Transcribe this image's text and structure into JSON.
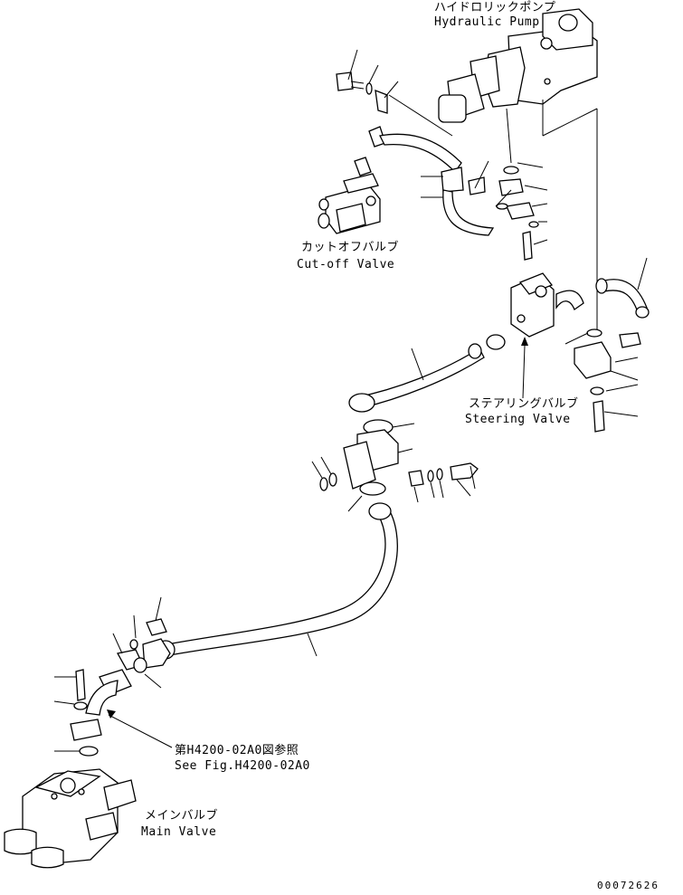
{
  "labels": {
    "hydraulic_pump_jp": "ハイドロリックポンプ",
    "hydraulic_pump_en": "Hydraulic Pump",
    "cutoff_valve_jp": "カットオフバルブ",
    "cutoff_valve_en": "Cut-off Valve",
    "steering_valve_jp": "ステアリングバルブ",
    "steering_valve_en": "Steering Valve",
    "see_fig_jp": "第H4200-02A0図参照",
    "see_fig_en": "See Fig.H4200-02A0",
    "main_valve_jp": "メインバルブ",
    "main_valve_en": "Main Valve"
  },
  "drawing_number": "00072626"
}
